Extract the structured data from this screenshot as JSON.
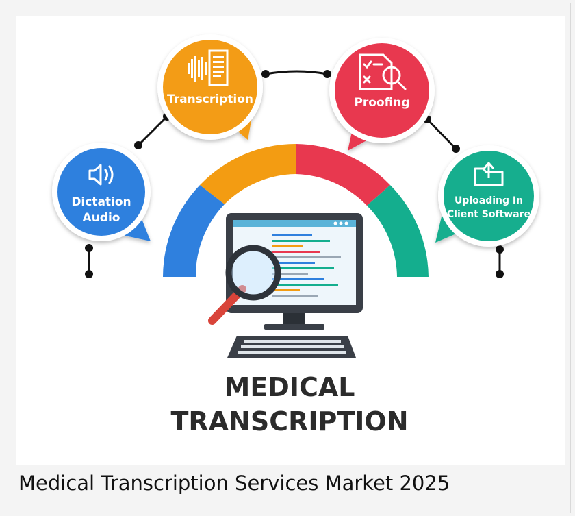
{
  "figure": {
    "title_line1": "MEDICAL",
    "title_line2": "TRANSCRIPTION",
    "caption": "Medical Transcription Services Market 2025"
  },
  "steps": [
    {
      "line1": "Dictation",
      "line2": "Audio",
      "color": "#2f80de",
      "icon": "speaker-icon"
    },
    {
      "line1": "Transcription",
      "line2": "",
      "color": "#f39c12",
      "icon": "audio-waveform-icon"
    },
    {
      "line1": "Proofing",
      "line2": "",
      "color": "#e8384f",
      "icon": "document-magnifier-icon"
    },
    {
      "line1": "Uploading In",
      "line2": "Client Software",
      "color": "#14ae8e",
      "icon": "upload-folder-icon"
    }
  ],
  "colors": {
    "title": "#2b2b2b",
    "arc_blue": "#2f80de",
    "arc_orange": "#f39c12",
    "arc_red": "#e8384f",
    "arc_green": "#14ae8e",
    "monitor": "#3a3f47",
    "magnifier_handle": "#d9443a"
  }
}
